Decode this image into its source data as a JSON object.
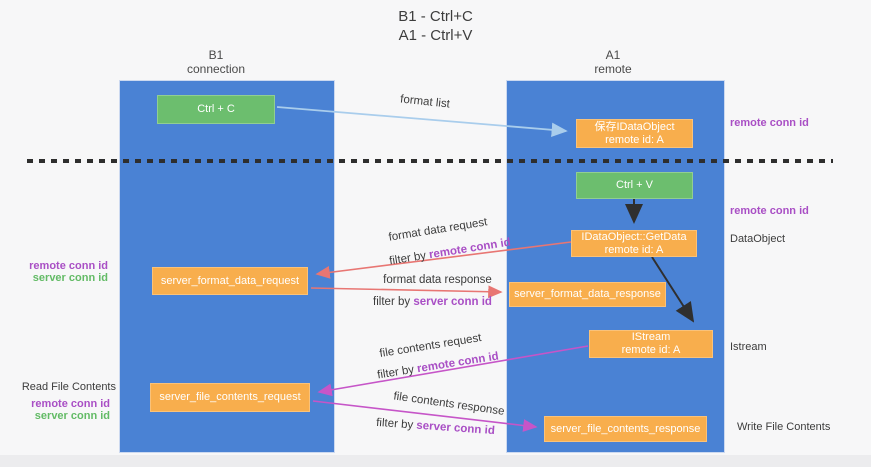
{
  "title": {
    "line1": "B1 - Ctrl+C",
    "line2": "A1 - Ctrl+V"
  },
  "columns": {
    "left": {
      "name": "B1",
      "sub": "connection"
    },
    "right": {
      "name": "A1",
      "sub": "remote"
    }
  },
  "nodes": {
    "ctrl_c": "Ctrl + C",
    "ctrl_v": "Ctrl + V",
    "save_dataobject": {
      "line1": "保存IDataObject",
      "line2": "remote id: A"
    },
    "getdata": {
      "line1": "IDataObject::GetData",
      "line2": "remote id: A"
    },
    "istream": {
      "line1": "IStream",
      "line2": "remote id: A"
    },
    "format_request": "server_format_data_request",
    "format_response": "server_format_data_response",
    "file_request": "server_file_contents_request",
    "file_response": "server_file_contents_response"
  },
  "side_labels": {
    "remote_conn_id": "remote conn id",
    "server_conn_id": "server conn id",
    "dataobject": "DataObject",
    "istream": "Istream",
    "read_file_contents": "Read File Contents",
    "write_file_contents": "Write File Contents"
  },
  "flow_labels": {
    "format_list": "format list",
    "format_data_request": "format data request",
    "format_data_response": "format data response",
    "file_contents_request": "file contents request",
    "file_contents_response": "file contents response",
    "filter_prefix": "filter by ",
    "remote_conn_id": "remote conn id",
    "server_conn_id": "server conn id"
  },
  "colors": {
    "lifeline_blue": "#4a82d4",
    "node_orange": "#f8ae4d",
    "node_green": "#6cbe6e",
    "arrow_blue": "#a9cdec",
    "arrow_red": "#e87673",
    "arrow_magenta": "#c655c8",
    "arrow_black": "#2f2f2f",
    "text_purple": "#a94fc5",
    "text_green": "#63bb66"
  }
}
